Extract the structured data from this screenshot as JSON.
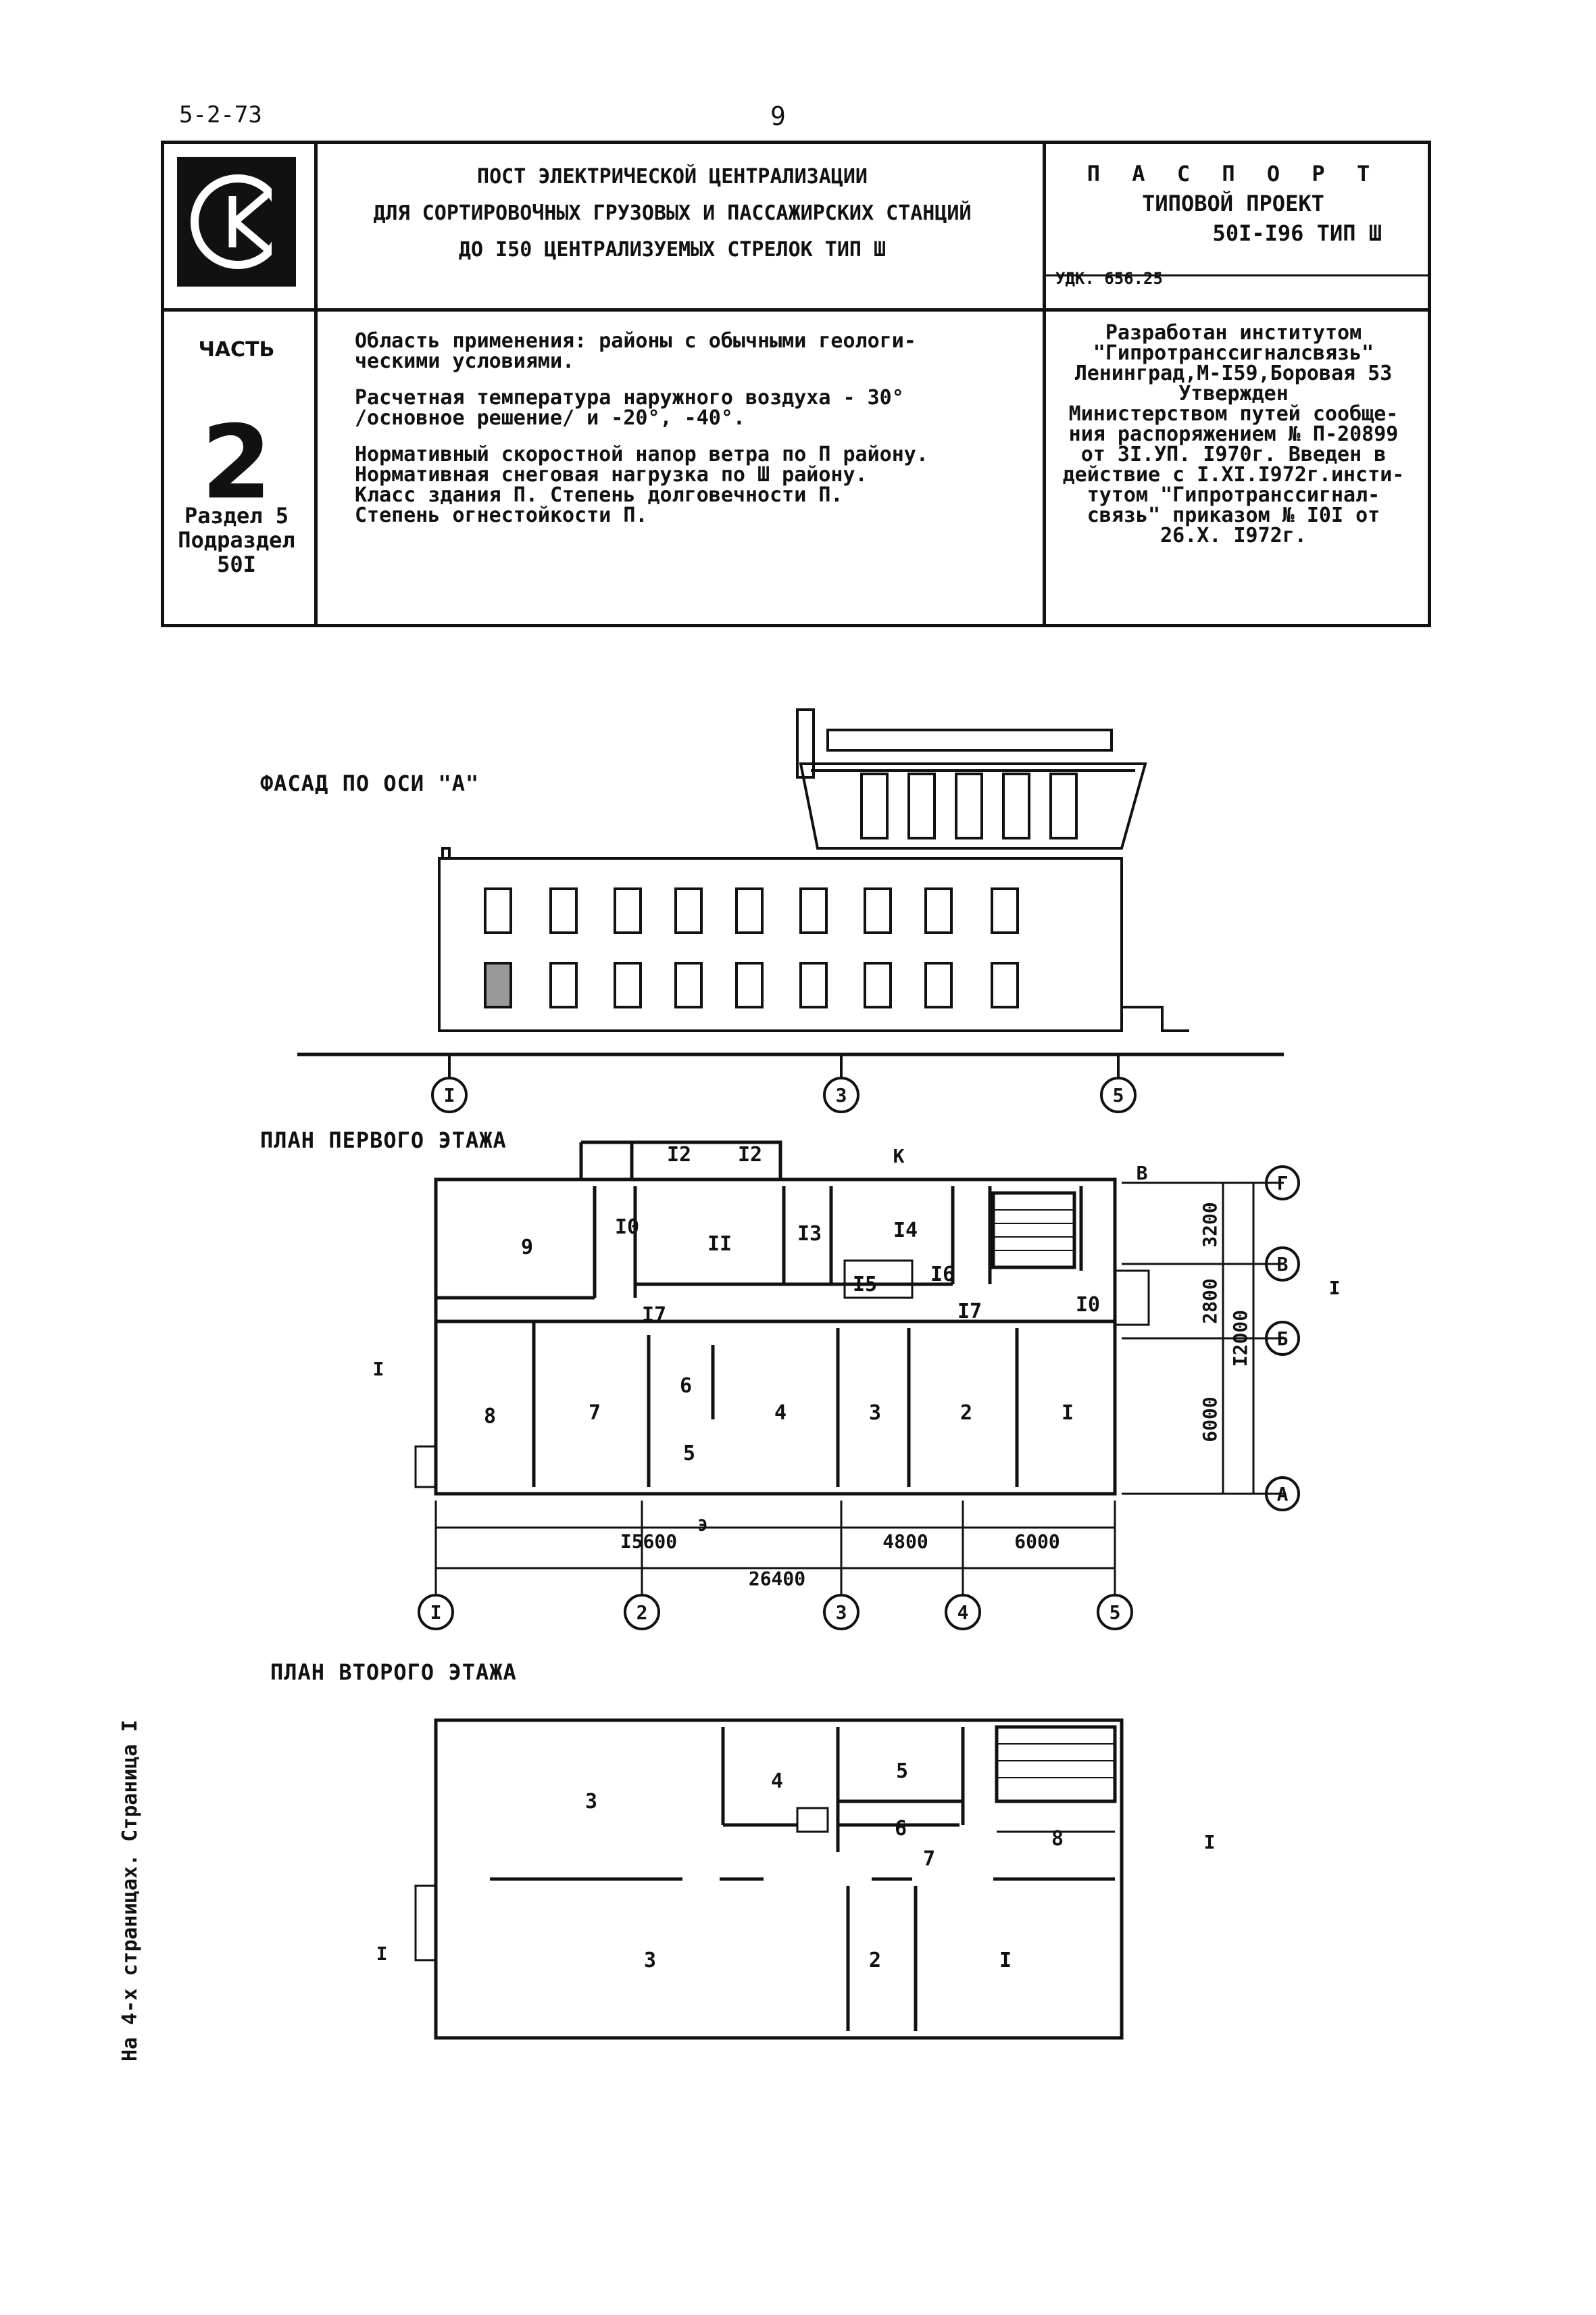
{
  "header": {
    "doc_code": "5-2-73",
    "page_number": "9",
    "title_lines": [
      "ПОСТ ЭЛЕКТРИЧЕСКОЙ ЦЕНТРАЛИЗАЦИИ",
      "ДЛЯ СОРТИРОВОЧНЫХ ГРУЗОВЫХ И ПАССАЖИРСКИХ СТАНЦИЙ",
      "ДО I50 ЦЕНТРАЛИЗУЕМЫХ СТРЕЛОК ТИП Ш"
    ],
    "passport_label": "П А С П О Р Т",
    "project_label": "ТИПОВОЙ ПРОЕКТ",
    "project_number": "50I-I96 ТИП Ш",
    "udk": "УДК. 656.25",
    "part_label": "ЧАСТЬ",
    "part_number": "2",
    "section_label": "Раздел 5",
    "subsection_label": "Подраздел",
    "subsection_number": "50I"
  },
  "application": {
    "area": "Область применения: районы с обычными геологи-\nческими условиями.",
    "temperature": "Расчетная температура наружного воздуха - 30°\n/основное решение/ и -20°, -40°.",
    "norms": "Нормативный скоростной напор ветра по П району.\nНормативная снеговая нагрузка по Ш району.\nКласс здания П. Степень долговечности П.\nСтепень огнестойкости П."
  },
  "developer": "Разработан институтом\n\"Гипротранссигналсвязь\"\nЛенинград,М-I59,Боровая 53\nУтвержден\nМинистерством путей сообще-\nния распоряжением № П-20899\nот 3I.УП. I970г. Введен в\nдействие с I.ХI.I972г.инсти-\nтутом \"Гипротранссигнал-\nсвязь\" приказом № I0I от\n26.Х. I972г.",
  "drawings": {
    "facade_label": "ФАСАД ПО ОСИ \"А\"",
    "plan1_label": "ПЛАН ПЕРВОГО ЭТАЖА",
    "plan2_label": "ПЛАН ВТОРОГО ЭТАЖА",
    "axes_numbers": [
      "I",
      "2",
      "3",
      "4",
      "5"
    ],
    "axes_letters": [
      "Г",
      "В",
      "Б",
      "А"
    ],
    "dims": {
      "d15600": "I5600",
      "d4800": "4800",
      "d6000": "6000",
      "d26400": "26400",
      "d3200": "3200",
      "d2800": "2800",
      "d12000": "I2000",
      "d6000v": "6000"
    },
    "section_mark": "I",
    "entrance_k": "К",
    "entrance_v": "В",
    "entrance_e": "Э",
    "plan1_rooms": [
      "I",
      "2",
      "3",
      "4",
      "5",
      "6",
      "7",
      "8",
      "9",
      "I0",
      "II",
      "I2",
      "I2",
      "I3",
      "I4",
      "I5",
      "I6",
      "I7",
      "I7",
      "I0"
    ],
    "plan2_rooms": [
      "I",
      "2",
      "3",
      "3",
      "4",
      "5",
      "6",
      "7",
      "8"
    ]
  },
  "side_note": "На 4-х страницах. Страница I"
}
